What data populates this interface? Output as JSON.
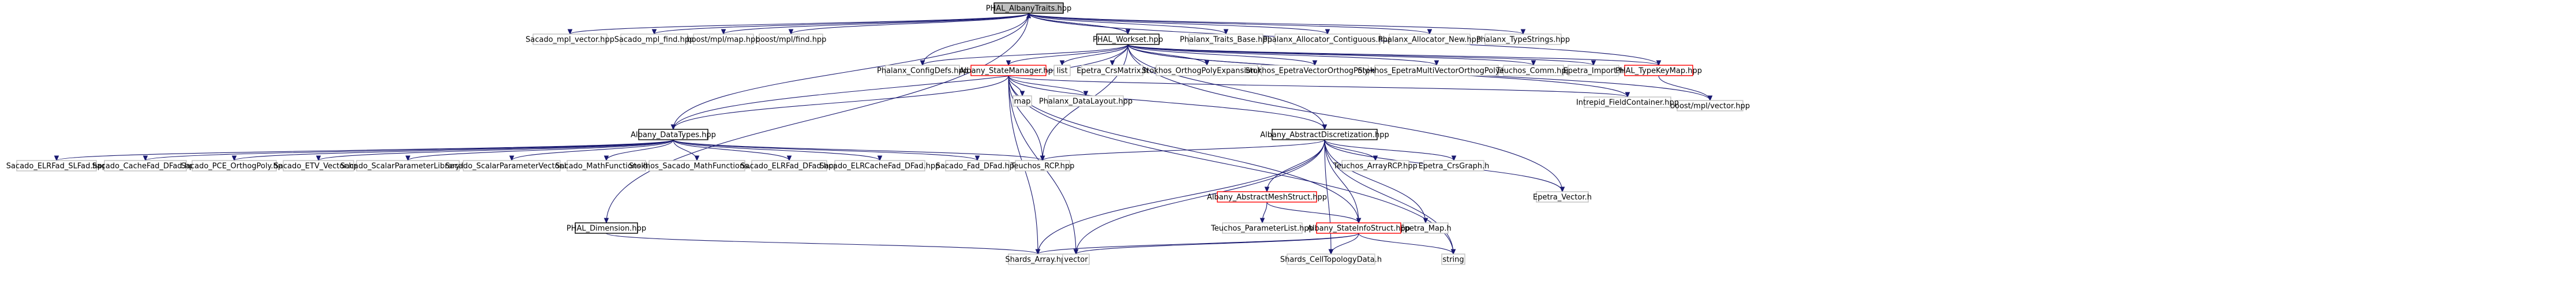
{
  "diagram": {
    "colors": {
      "edge": "#191970",
      "root_fill": "#bfbfbf",
      "root_stroke": "#000000",
      "normal_stroke": "#000000",
      "red_stroke": "#ff0000",
      "external_stroke": "#bfbfbf",
      "text": "#000000"
    },
    "nodes": [
      {
        "id": "albany_traits",
        "label": "PHAL_AlbanyTraits.hpp",
        "style": "root"
      },
      {
        "id": "sacado_mpl_vector",
        "label": "Sacado_mpl_vector.hpp",
        "style": "external"
      },
      {
        "id": "sacado_mpl_find",
        "label": "Sacado_mpl_find.hpp",
        "style": "external"
      },
      {
        "id": "boost_mpl_map",
        "label": "boost/mpl/map.hpp",
        "style": "external"
      },
      {
        "id": "boost_mpl_find",
        "label": "boost/mpl/find.hpp",
        "style": "external"
      },
      {
        "id": "phal_workset",
        "label": "PHAL_Workset.hpp",
        "style": "normal"
      },
      {
        "id": "phalanx_traits_base",
        "label": "Phalanx_Traits_Base.hpp",
        "style": "external"
      },
      {
        "id": "phalanx_alloc_contig",
        "label": "Phalanx_Allocator_Contiguous.hpp",
        "style": "external"
      },
      {
        "id": "phalanx_alloc_new",
        "label": "Phalanx_Allocator_New.hpp",
        "style": "external"
      },
      {
        "id": "phalanx_typestrings",
        "label": "Phalanx_TypeStrings.hpp",
        "style": "external"
      },
      {
        "id": "phalanx_configdefs",
        "label": "Phalanx_ConfigDefs.hpp",
        "style": "external"
      },
      {
        "id": "albany_statemanager",
        "label": "Albany_StateManager.hpp",
        "style": "red"
      },
      {
        "id": "list",
        "label": "list",
        "style": "external"
      },
      {
        "id": "epetra_crsmatrix",
        "label": "Epetra_CrsMatrix.h",
        "style": "external"
      },
      {
        "id": "stokhos_orthogpoly_exp",
        "label": "Stokhos_OrthogPolyExpansion.hpp",
        "style": "external"
      },
      {
        "id": "stokhos_epetra_vec_orthog",
        "label": "Stokhos_EpetraVectorOrthogPoly.hpp",
        "style": "external"
      },
      {
        "id": "stokhos_epetra_multivec_orthog",
        "label": "Stokhos_EpetraMultiVectorOrthogPoly.hpp",
        "style": "external"
      },
      {
        "id": "teuchos_comm",
        "label": "Teuchos_Comm.hpp",
        "style": "external"
      },
      {
        "id": "epetra_import",
        "label": "Epetra_Import.h",
        "style": "external"
      },
      {
        "id": "phal_typekeymap",
        "label": "PHAL_TypeKeyMap.hpp",
        "style": "red"
      },
      {
        "id": "boost_mpl_vector",
        "label": "boost/mpl/vector.hpp",
        "style": "external"
      },
      {
        "id": "albany_datatypes",
        "label": "Albany_DataTypes.hpp",
        "style": "normal"
      },
      {
        "id": "map",
        "label": "map",
        "style": "external"
      },
      {
        "id": "phalanx_datalayout",
        "label": "Phalanx_DataLayout.hpp",
        "style": "external"
      },
      {
        "id": "albany_abstractdiscretization",
        "label": "Albany_AbstractDiscretization.hpp",
        "style": "normal"
      },
      {
        "id": "intrepid_fieldcontainer",
        "label": "Intrepid_FieldContainer.hpp",
        "style": "external"
      },
      {
        "id": "sacado_elrfad_slfad",
        "label": "Sacado_ELRFad_SLFad.hpp",
        "style": "external"
      },
      {
        "id": "sacado_cachefad_dfad",
        "label": "Sacado_CacheFad_DFad.hpp",
        "style": "external"
      },
      {
        "id": "sacado_pce_orthogpoly",
        "label": "Sacado_PCE_OrthogPoly.hpp",
        "style": "external"
      },
      {
        "id": "sacado_etv_vector",
        "label": "Sacado_ETV_Vector.hpp",
        "style": "external"
      },
      {
        "id": "sacado_scalarparameterlibrary",
        "label": "Sacado_ScalarParameterLibrary.hpp",
        "style": "external"
      },
      {
        "id": "sacado_scalarparametervector",
        "label": "Sacado_ScalarParameterVector.hpp",
        "style": "external"
      },
      {
        "id": "sacado_mathfunctions",
        "label": "Sacado_MathFunctions.hpp",
        "style": "external"
      },
      {
        "id": "stokhos_sacado_mathfunctions",
        "label": "Stokhos_Sacado_MathFunctions.hpp",
        "style": "external"
      },
      {
        "id": "sacado_elrfad_dfad",
        "label": "Sacado_ELRFad_DFad.hpp",
        "style": "external"
      },
      {
        "id": "sacado_elrcachefad_dfad",
        "label": "Sacado_ELRCacheFad_DFad.hpp",
        "style": "external"
      },
      {
        "id": "sacado_fad_dfad",
        "label": "Sacado_Fad_DFad.hpp",
        "style": "external"
      },
      {
        "id": "teuchos_rcp",
        "label": "Teuchos_RCP.hpp",
        "style": "external"
      },
      {
        "id": "teuchos_arrayrcp",
        "label": "Teuchos_ArrayRCP.hpp",
        "style": "external"
      },
      {
        "id": "epetra_crsgraph",
        "label": "Epetra_CrsGraph.h",
        "style": "external"
      },
      {
        "id": "albany_abstractmeshstruct",
        "label": "Albany_AbstractMeshStruct.hpp",
        "style": "red"
      },
      {
        "id": "epetra_vector",
        "label": "Epetra_Vector.h",
        "style": "external"
      },
      {
        "id": "epetra_map",
        "label": "Epetra_Map.h",
        "style": "external"
      },
      {
        "id": "teuchos_parameterlist",
        "label": "Teuchos_ParameterList.hpp",
        "style": "external"
      },
      {
        "id": "albany_stateinfostruct",
        "label": "Albany_StateInfoStruct.hpp",
        "style": "red"
      },
      {
        "id": "phal_dimension",
        "label": "PHAL_Dimension.hpp",
        "style": "normal"
      },
      {
        "id": "shards_array",
        "label": "Shards_Array.hpp",
        "style": "external"
      },
      {
        "id": "vector",
        "label": "vector",
        "style": "external"
      },
      {
        "id": "string",
        "label": "string",
        "style": "external"
      },
      {
        "id": "shards_celltopologydata",
        "label": "Shards_CellTopologyData.h",
        "style": "external"
      }
    ]
  }
}
